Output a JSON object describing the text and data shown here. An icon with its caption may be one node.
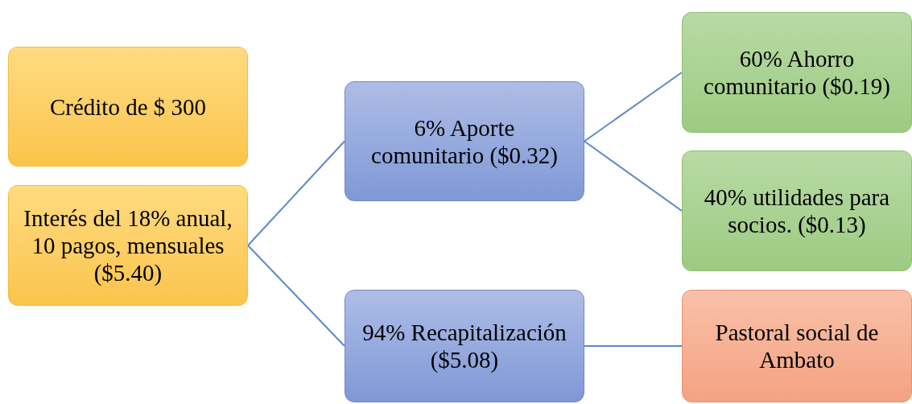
{
  "diagram": {
    "nodes": [
      {
        "text": [
          "Crédito de $ 300"
        ]
      },
      {
        "text": [
          "Interés del 18% anual, 10 pagos, mensuales ($5.40)"
        ]
      },
      {
        "text": [
          "6% Aporte comunitario ($0.32)"
        ]
      },
      {
        "text": [
          "94% Recapitalización ($5.08)"
        ]
      },
      {
        "text": [
          "60% Ahorro comunitario ($0.19)"
        ]
      },
      {
        "text": [
          "40% utilidades para socios. ($0.13)"
        ]
      },
      {
        "text": [
          "Pastoral social de Ambato"
        ]
      }
    ],
    "edges": [
      {
        "from": 1,
        "to": 2,
        "arrow": "none"
      },
      {
        "from": 1,
        "to": 3,
        "arrow": "none"
      },
      {
        "from": 2,
        "to": 4,
        "arrow": "none"
      },
      {
        "from": 2,
        "to": 5,
        "arrow": "none"
      },
      {
        "from": 3,
        "to": 6,
        "arrow": "none"
      }
    ]
  }
}
